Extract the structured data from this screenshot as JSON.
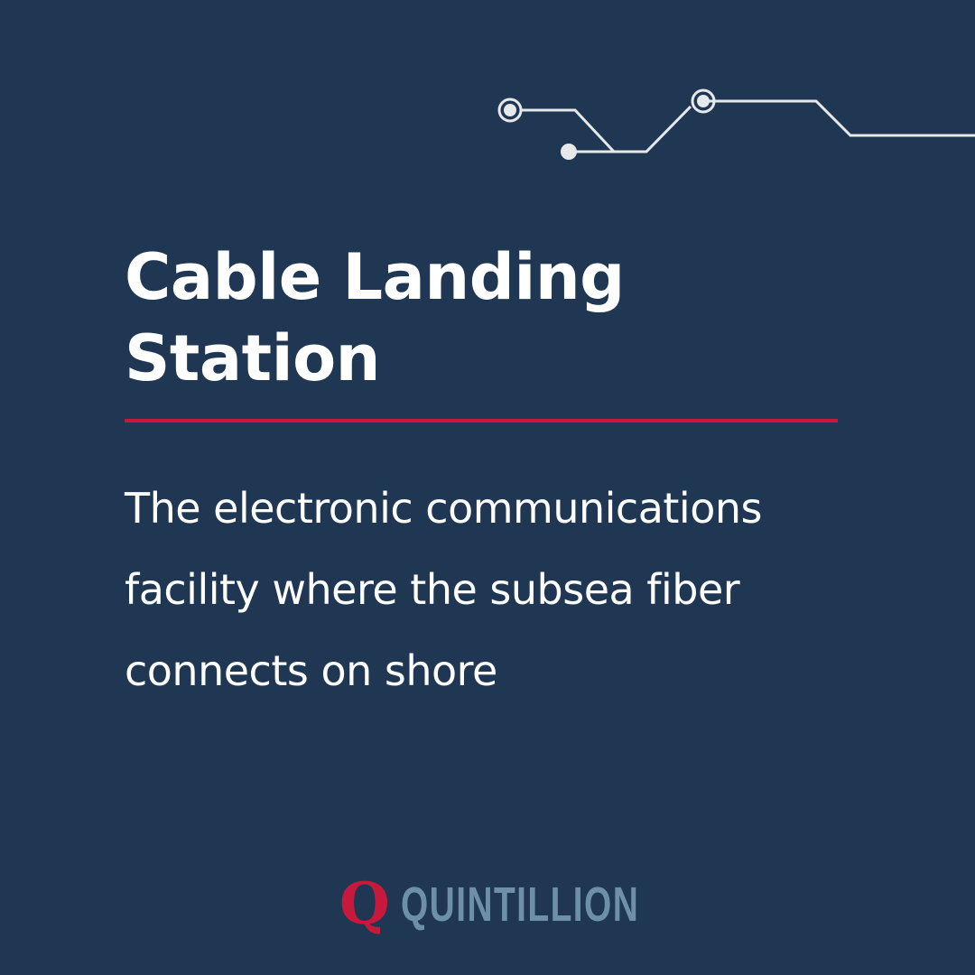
{
  "title": "Cable Landing Station",
  "title_lines": [
    "Cable Landing",
    "Station"
  ],
  "description_lines": [
    "The electronic communications",
    "facility where the subsea fiber",
    "connects on shore"
  ],
  "logo": {
    "mark": "Q",
    "name": "QUINTILLION"
  },
  "colors": {
    "background": "#1f3753",
    "accent": "#c8193c",
    "logo_text": "#6d90a8",
    "circuit": "#e6e8ea"
  }
}
